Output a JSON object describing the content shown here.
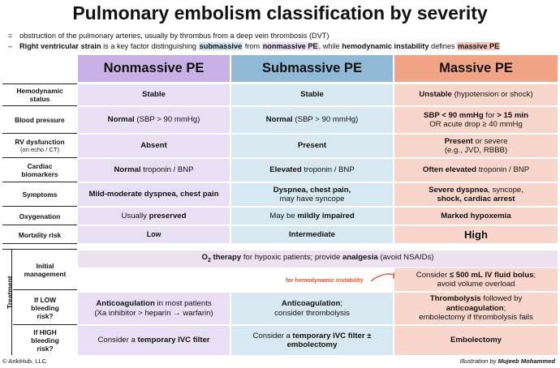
{
  "title": "Pulmonary embolism classification by severity",
  "intro": {
    "line1_marker": "=",
    "line1": "obstruction of the pulmonary arteries, usually by thrombus from a deep vein thrombosis (DVT)",
    "line2_marker": "–",
    "l2_a": "Right ventricular strain",
    "l2_b": " is a key factor distinguishing ",
    "l2_c": "submassive",
    "l2_d": " from ",
    "l2_e": "nonmassive PE",
    "l2_f": ", while ",
    "l2_g": "hemodynamic instability",
    "l2_h": " defines ",
    "l2_i": "massive PE"
  },
  "headers": {
    "non": "Nonmassive PE",
    "sub": "Submassive PE",
    "mas": "Massive PE"
  },
  "rows": {
    "hemo": {
      "label1": "Hemodynamic",
      "label2": "status",
      "non": "Stable",
      "sub": "Stable",
      "mas_b": "Unstable",
      "mas_n": " (hypotension or shock)"
    },
    "bp": {
      "label": "Blood pressure",
      "non_b": "Normal",
      "non_n": " (SBP > 90 mmHg)",
      "sub_b": "Normal",
      "sub_n": " (SBP > 90 mmHg)",
      "mas_b1": "SBP < 90 mmHg",
      "mas_n1": " for ",
      "mas_b2": "> 15 min",
      "mas_l2": "OR acute drop ≥ 40 mmHg"
    },
    "rv": {
      "label1": "RV dysfunction",
      "label2": "(on echo / CT)",
      "non": "Absent",
      "sub": "Present",
      "mas_b": "Present",
      "mas_n": " or severe",
      "mas_l2": "(e.g., JVD, RBBB)"
    },
    "cardiac": {
      "label1": "Cardiac",
      "label2": "biomarkers",
      "non_b": "Normal",
      "non_n": " troponin / BNP",
      "sub_b": "Elevated",
      "sub_n": " troponin / BNP",
      "mas_b": "Often elevated",
      "mas_n": " troponin / BNP"
    },
    "symptoms": {
      "label": "Symptoms",
      "non": "Mild-moderate dyspnea, chest pain",
      "sub_b": "Dyspnea, chest pain,",
      "sub_l2": "may have syncope",
      "mas_b1": "Severe dyspnea",
      "mas_n1": ", syncope,",
      "mas_b2": "shock, cardiac arrest"
    },
    "oxy": {
      "label": "Oxygenation",
      "non_n": "Usually ",
      "non_b": "preserved",
      "sub_n": "May be ",
      "sub_b": "mildly impaired",
      "mas": "Marked hypoxemia"
    },
    "mort": {
      "label": "Mortality risk",
      "non": "Low",
      "sub": "Intermediate",
      "mas": "High"
    }
  },
  "treatment": {
    "side_label": "Treatment",
    "initial": {
      "label1": "Initial",
      "label2": "management",
      "o": "O",
      "two": "2",
      "a": " therapy",
      "b": " for hypoxic patients; provide ",
      "c": "analgesia",
      "d": " (avoid NSAIDs)",
      "note": "for hemodynamic instability",
      "mas_n1": "Consider ",
      "mas_b1": "≤ 500 mL IV fluid bolus",
      "mas_n2": ";",
      "mas_l2": "avoid volume overload"
    },
    "low": {
      "label1": "If LOW",
      "label2": "bleeding",
      "label3": "risk?",
      "non_b": "Anticoagulation",
      "non_n": " in most patients",
      "non_l2": "(Xa inhibitor > heparin  →  warfarin)",
      "sub_b": "Anticoagulation",
      "sub_n": ";",
      "sub_l2": "consider thrombolysis",
      "mas_b1": "Thrombolysis",
      "mas_n1": " followed by",
      "mas_b2": "anticoagulation",
      "mas_n2": ";",
      "mas_l3": "embolectomy if thrombolysis fails"
    },
    "high": {
      "label1": "If HIGH",
      "label2": "bleeding",
      "label3": "risk?",
      "non_n": "Consider a ",
      "non_b": "temporary IVC filter",
      "sub_n": "Consider a ",
      "sub_b": "temporary IVC filter",
      "sub_n2": " ±",
      "sub_l2": "embolectomy",
      "mas": "Embolectomy"
    }
  },
  "footer": {
    "left": "© AnkiHub, LLC",
    "right_a": "Illustration by ",
    "right_b": "Mujeeb Mohammed"
  },
  "colors": {
    "nonmassive": "#e9dff4",
    "submassive": "#d7e8f1",
    "massive": "#f9d6cb",
    "note": "#e4572e"
  }
}
